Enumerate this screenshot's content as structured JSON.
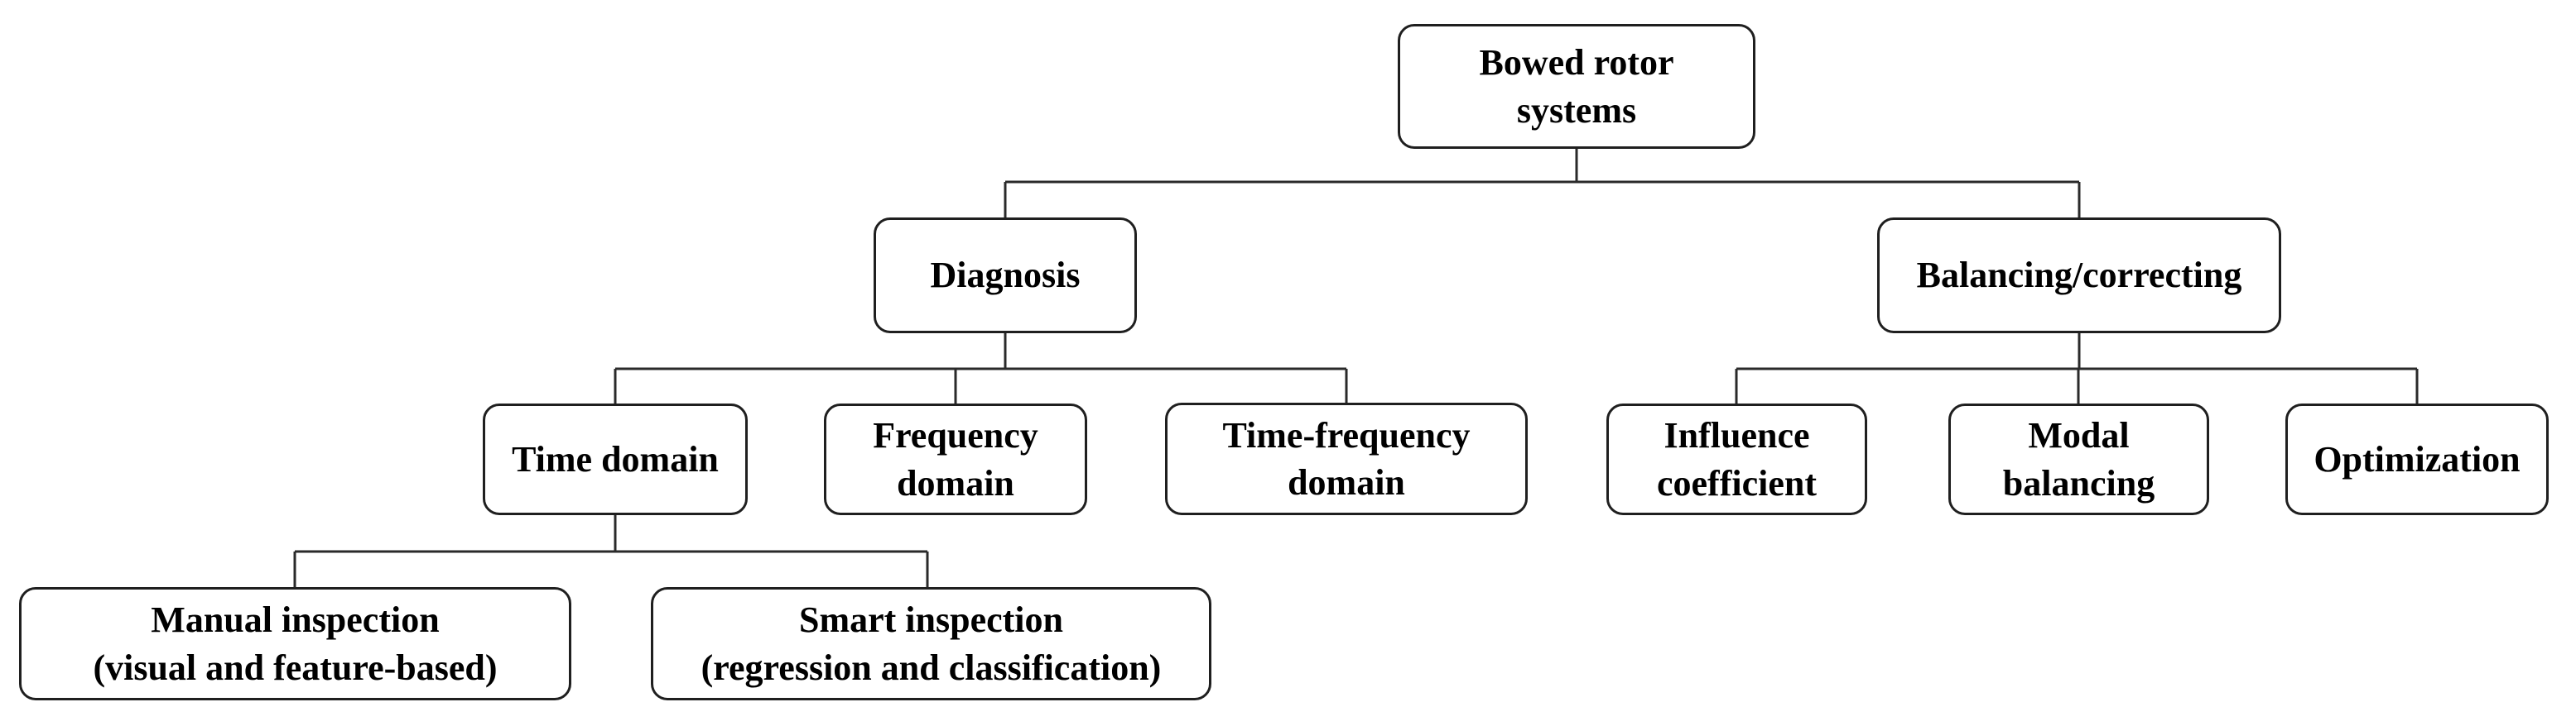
{
  "diagram": {
    "colors": {
      "background": "#ffffff",
      "box_border": "#1f1f1f",
      "connector_line": "#2a2a2a",
      "text": "#000000"
    },
    "tree": {
      "root": {
        "id": "bowed-rotor-systems",
        "label": "Bowed rotor\nsystems",
        "children": [
          {
            "id": "diagnosis",
            "label": "Diagnosis",
            "children": [
              {
                "id": "time-domain",
                "label": "Time domain",
                "children": [
                  {
                    "id": "manual-inspection",
                    "label": "Manual inspection\n(visual and feature-based)"
                  },
                  {
                    "id": "smart-inspection",
                    "label": "Smart inspection\n(regression and classification)"
                  }
                ]
              },
              {
                "id": "frequency-domain",
                "label": "Frequency\ndomain"
              },
              {
                "id": "time-frequency-domain",
                "label": "Time-frequency\ndomain"
              }
            ]
          },
          {
            "id": "balancing-correcting",
            "label": "Balancing/correcting",
            "children": [
              {
                "id": "influence-coefficient",
                "label": "Influence\ncoefficient"
              },
              {
                "id": "modal-balancing",
                "label": "Modal\nbalancing"
              },
              {
                "id": "optimization",
                "label": "Optimization"
              }
            ]
          }
        ]
      }
    }
  }
}
